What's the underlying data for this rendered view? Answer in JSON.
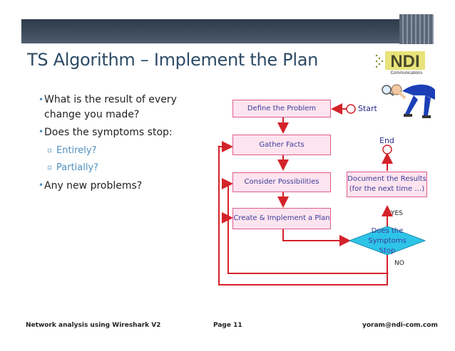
{
  "title": "TS Algorithm – Implement the Plan",
  "logo": {
    "text": "NDI",
    "subtext": "Communications"
  },
  "bullets": {
    "q1_line1": "What is the result of every",
    "q1_line2": "change you made?",
    "q2": "Does the symptoms stop:",
    "q2_sub1": "Entirely?",
    "q2_sub2": "Partially?",
    "q3": "Any new problems?"
  },
  "flowchart": {
    "define": "Define the Problem",
    "gather": "Gather Facts",
    "consider": "Consider Possibilities",
    "implement": "Create & Implement a Plan",
    "document_line1": "Document the Results",
    "document_line2": "(for the next time …)",
    "decision_line1": "Does the",
    "decision_line2": "Symptoms",
    "decision_line3": "Stop",
    "start": "Start",
    "end": "End",
    "yes": "YES",
    "no": "NO"
  },
  "footer": {
    "left": "Network analysis using Wireshark V2",
    "center": "Page 11",
    "right": "yoram@ndi-com.com"
  },
  "colors": {
    "title": "#2d4a66",
    "accent": "#4f8fbf",
    "box_fill": "#fde4ef",
    "box_border": "#e15a8c",
    "arrow": "#d4222a",
    "banner": "#3d4b5c"
  }
}
